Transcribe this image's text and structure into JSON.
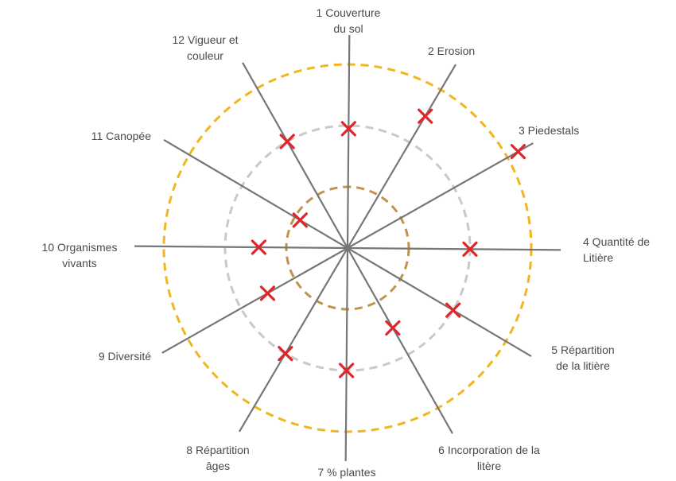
{
  "chart_data": {
    "type": "radar",
    "title": "",
    "axes": [
      {
        "label": [
          "1 Couverture",
          "du sol"
        ],
        "value": 1.95
      },
      {
        "label": [
          "2 Erosion"
        ],
        "value": 2.5
      },
      {
        "label": [
          "3 Piedestals"
        ],
        "value": 3.2
      },
      {
        "label": [
          "4 Quantité de",
          "Litière"
        ],
        "value": 2.0
      },
      {
        "label": [
          "5 Répartition",
          "de la litière"
        ],
        "value": 2.0
      },
      {
        "label": [
          "6 Incorporation de la",
          "litère"
        ],
        "value": 1.5
      },
      {
        "label": [
          "7 % plantes"
        ],
        "value": 2.0
      },
      {
        "label": [
          "8 Répartition",
          "âges"
        ],
        "value": 2.0
      },
      {
        "label": [
          "9 Diversité"
        ],
        "value": 1.5
      },
      {
        "label": [
          "10 Organismes",
          "vivants"
        ],
        "value": 1.45
      },
      {
        "label": [
          "11 Canopée"
        ],
        "value": 0.9
      },
      {
        "label": [
          "12 Vigueur et",
          "couleur"
        ],
        "value": 2.0
      }
    ],
    "reference_rings": [
      {
        "value": 1,
        "color": "#c0924a"
      },
      {
        "value": 2,
        "color": "#c9c9c9"
      },
      {
        "value": 3,
        "color": "#f2b51d"
      }
    ],
    "marker_color": "#e0262b",
    "axis_color": "#767676"
  }
}
